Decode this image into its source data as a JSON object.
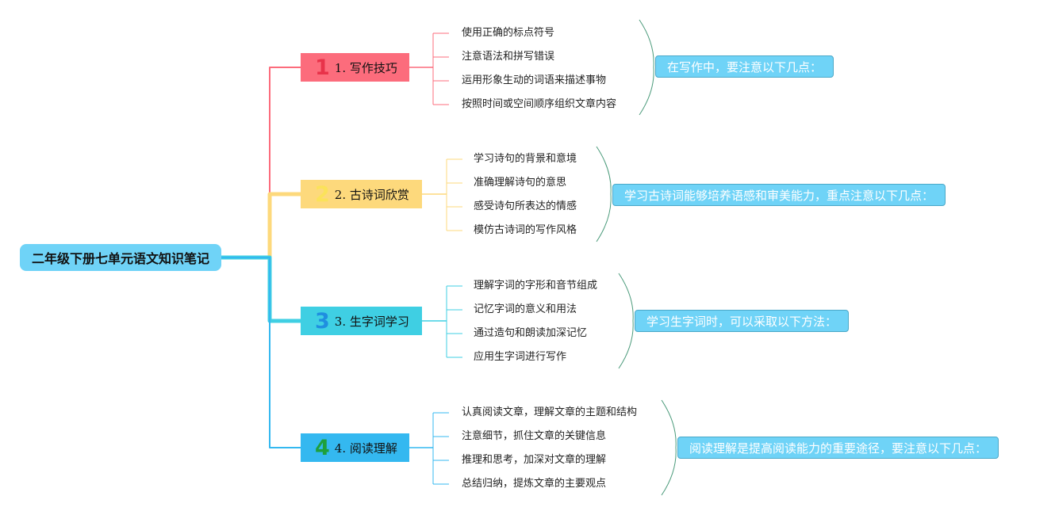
{
  "root": {
    "title": "二年级下册七单元语文知识笔记",
    "color": "#6fd3f7"
  },
  "branches": [
    {
      "num": "1",
      "label": "1. 写作技巧",
      "color": "#fc6c7c",
      "num_color": "#e8334a",
      "leaves": [
        "使用正确的标点符号",
        "注意语法和拼写错误",
        "运用形象生动的词语来描述事物",
        "按照时间或空间顺序组织文章内容"
      ],
      "summary": "在写作中，要注意以下几点："
    },
    {
      "num": "2",
      "label": "2. 古诗词欣赏",
      "color": "#fdd97c",
      "num_color": "#fbe25a",
      "leaves": [
        "学习诗句的背景和意境",
        "准确理解诗句的意思",
        "感受诗句所表达的情感",
        "模仿古诗词的写作风格"
      ],
      "summary": "学习古诗词能够培养语感和审美能力，重点注意以下几点："
    },
    {
      "num": "3",
      "label": "3. 生字词学习",
      "color": "#3fcfe3",
      "num_color": "#1f8ee0",
      "leaves": [
        "理解字词的字形和音节组成",
        "记忆字词的意义和用法",
        "通过造句和朗读加深记忆",
        "应用生字词进行写作"
      ],
      "summary": "学习生字词时，可以采取以下方法："
    },
    {
      "num": "4",
      "label": "4. 阅读理解",
      "color": "#34b8f0",
      "num_color": "#1ea03c",
      "leaves": [
        "认真阅读文章，理解文章的主题和结构",
        "注意细节，抓住文章的关键信息",
        "推理和思考，加深对文章的理解",
        "总结归纳，提炼文章的主要观点"
      ],
      "summary": "阅读理解是提高阅读能力的重要途径，要注意以下几点："
    }
  ]
}
